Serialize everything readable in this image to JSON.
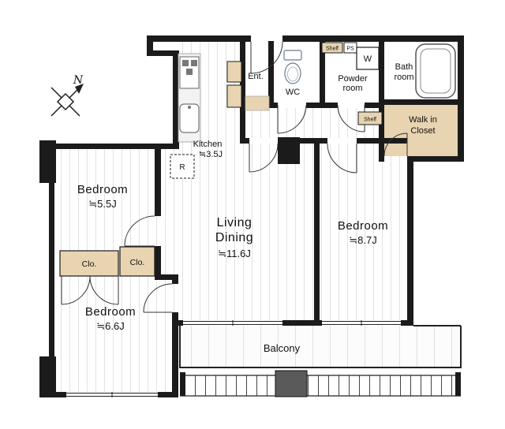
{
  "compass": {
    "north_label": "N"
  },
  "rooms": {
    "bedroom_55": {
      "name": "Bedroom",
      "size": "≒5.5J"
    },
    "bedroom_66": {
      "name": "Bedroom",
      "size": "≒6.6J"
    },
    "bedroom_87": {
      "name": "Bedroom",
      "size": "≒8.7J"
    },
    "living_dining": {
      "name_line1": "Living",
      "name_line2": "Dining",
      "size": "≒11.6J"
    },
    "kitchen": {
      "name": "Kitchen",
      "size": "≒3.5J"
    },
    "entrance": {
      "name": "Ent."
    },
    "wc": {
      "name": "WC"
    },
    "powder_room": {
      "name_line1": "Powder",
      "name_line2": "room"
    },
    "bath_room": {
      "name_line1": "Bath",
      "name_line2": "room"
    },
    "walk_in_closet": {
      "name_line1": "Walk in",
      "name_line2": "Closet"
    },
    "closet_left": {
      "name": "Clo."
    },
    "closet_right": {
      "name": "Clo."
    },
    "balcony": {
      "name": "Balcony"
    }
  },
  "fixtures": {
    "shelf_top": {
      "label": "Shelf"
    },
    "pipe_space": {
      "label": "PS"
    },
    "washer": {
      "label": "W"
    },
    "shelf_side": {
      "label": "Shelf"
    },
    "refrigerator": {
      "label": "R"
    }
  },
  "colors": {
    "wall": "#1b1b1b",
    "storage_tan": "#e8d4b0",
    "floor_stripe": "#e2e2e2"
  }
}
